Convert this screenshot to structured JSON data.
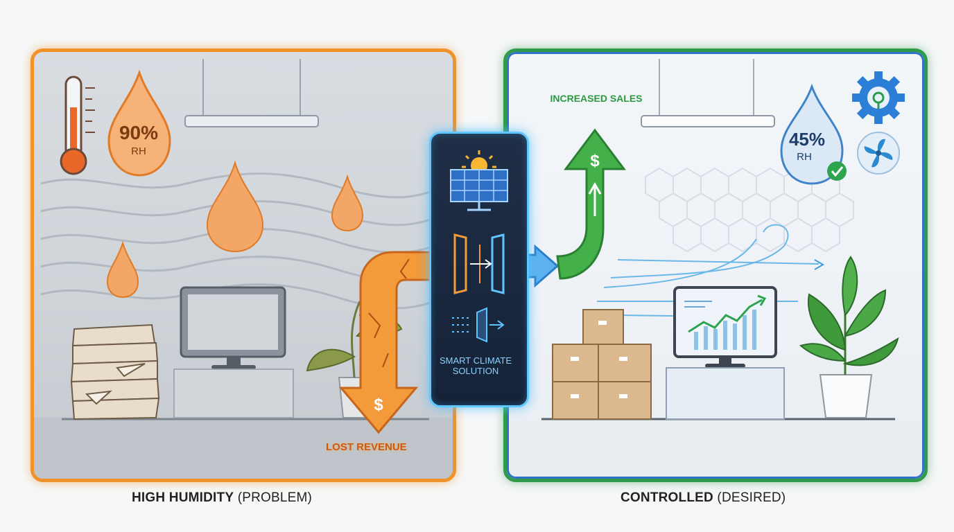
{
  "problem": {
    "caption_bold": "HIGH HUMIDITY",
    "caption_rest": " (PROBLEM)",
    "humidity_value": "90%",
    "humidity_unit": "RH",
    "outcome_label": "LOST REVENUE",
    "outcome_icon": "dollar-down-arrow-icon"
  },
  "solution_box": {
    "label": "SMART CLIMATE SOLUTION",
    "icons": [
      "solar-panel-icon",
      "door-sensor-icon",
      "airflow-icon"
    ]
  },
  "controlled": {
    "caption_bold": "CONTROLLED",
    "caption_rest": " (DESIRED)",
    "humidity_value": "45%",
    "humidity_unit": "RH",
    "outcome_label": "INCREASED SALES",
    "outcome_icon": "dollar-up-arrow-icon",
    "status_icons": [
      "gear-icon",
      "fan-icon",
      "checkmark-icon"
    ]
  },
  "colors": {
    "problem_accent": "#f0912a",
    "solution_accent": "#2f9a4a",
    "system_accent": "#5fc6ff"
  }
}
